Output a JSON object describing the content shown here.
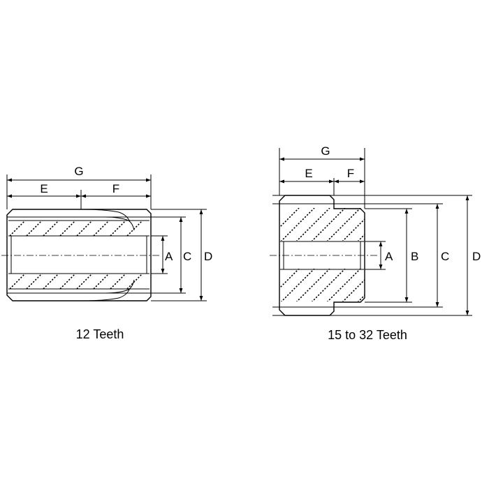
{
  "diagram": {
    "left": {
      "caption": "12 Teeth",
      "labels": {
        "g": "G",
        "e": "E",
        "f": "F",
        "a": "A",
        "c": "C",
        "d": "D"
      }
    },
    "right": {
      "caption": "15 to 32 Teeth",
      "labels": {
        "g": "G",
        "e": "E",
        "f": "F",
        "a": "A",
        "b": "B",
        "c": "C",
        "d": "D"
      }
    }
  }
}
